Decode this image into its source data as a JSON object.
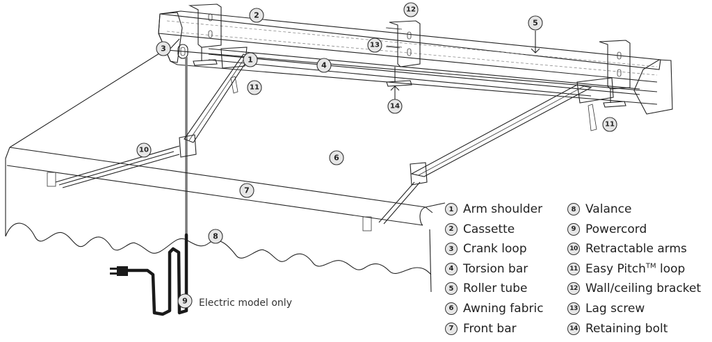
{
  "diagram": {
    "title": "Retractable awning parts diagram",
    "callouts": [
      {
        "id": "1",
        "part": "Arm shoulder"
      },
      {
        "id": "2",
        "part": "Cassette"
      },
      {
        "id": "3",
        "part": "Crank loop"
      },
      {
        "id": "4",
        "part": "Torsion bar"
      },
      {
        "id": "5",
        "part": "Roller tube"
      },
      {
        "id": "6",
        "part": "Awning fabric"
      },
      {
        "id": "7",
        "part": "Front bar"
      },
      {
        "id": "8",
        "part": "Valance"
      },
      {
        "id": "9",
        "part": "Powercord"
      },
      {
        "id": "10",
        "part": "Retractable arms"
      },
      {
        "id": "11a",
        "label": "11",
        "part": "Easy Pitch loop"
      },
      {
        "id": "11b",
        "label": "11",
        "part": "Easy Pitch loop"
      },
      {
        "id": "12",
        "part": "Wall/ceiling bracket"
      },
      {
        "id": "13",
        "part": "Lag screw"
      },
      {
        "id": "14",
        "part": "Retaining bolt"
      }
    ],
    "note": "Electric model only"
  },
  "legend": {
    "left": [
      {
        "num": "1",
        "label": "Arm shoulder"
      },
      {
        "num": "2",
        "label": "Cassette"
      },
      {
        "num": "3",
        "label": "Crank loop"
      },
      {
        "num": "4",
        "label": "Torsion bar"
      },
      {
        "num": "5",
        "label": "Roller tube"
      },
      {
        "num": "6",
        "label": "Awning fabric"
      },
      {
        "num": "7",
        "label": "Front bar"
      }
    ],
    "right": [
      {
        "num": "8",
        "label": "Valance"
      },
      {
        "num": "9",
        "label": "Powercord"
      },
      {
        "num": "10",
        "label": "Retractable arms"
      },
      {
        "num": "11",
        "label": "Easy Pitch",
        "sup": "TM",
        "suffix": " loop"
      },
      {
        "num": "12",
        "label": "Wall/ceiling bracket"
      },
      {
        "num": "13",
        "label": "Lag screw"
      },
      {
        "num": "14",
        "label": "Retaining bolt"
      }
    ]
  },
  "colors": {
    "line": "#222222",
    "callout_fill": "#e6e6e6",
    "rod": "#7a7a7a",
    "cord": "#1a1a1a"
  }
}
